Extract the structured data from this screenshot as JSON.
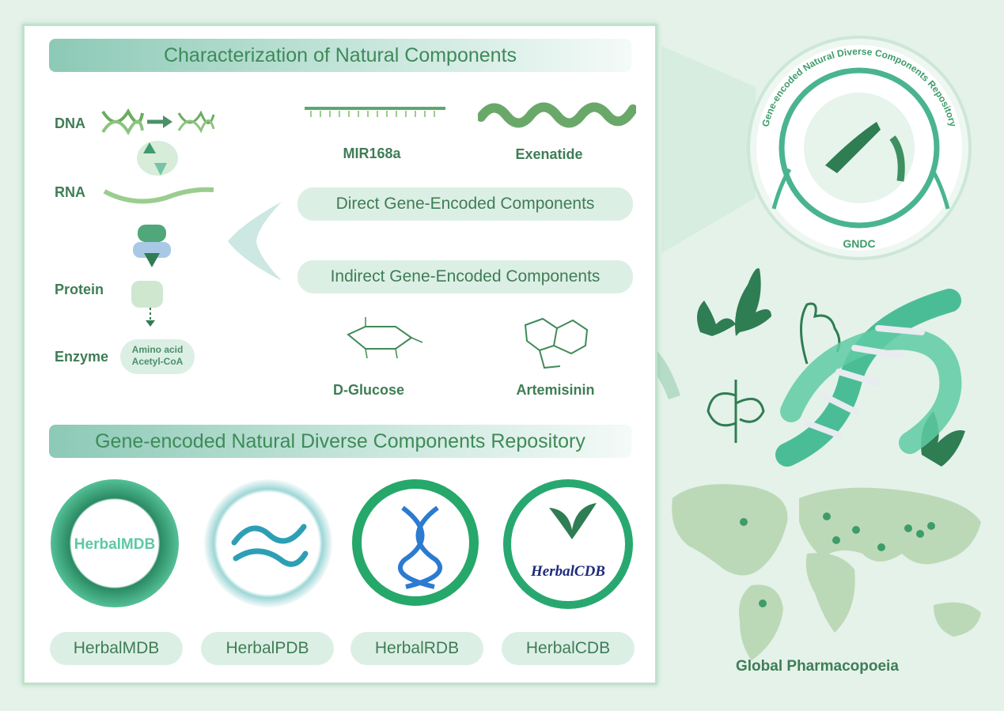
{
  "sections": {
    "characterization_title": "Characterization of Natural Components",
    "repository_title": "Gene-encoded Natural Diverse Components Repository"
  },
  "central_dogma": {
    "dna": "DNA",
    "rna": "RNA",
    "protein": "Protein",
    "enzyme": "Enzyme",
    "enzyme_products": [
      "Amino acid",
      "Acetyl-CoA"
    ]
  },
  "direct": {
    "label": "Direct Gene-Encoded Components",
    "examples": [
      "MIR168a",
      "Exenatide"
    ]
  },
  "indirect": {
    "label": "Indirect Gene-Encoded Components",
    "examples": [
      "D-Glucose",
      "Artemisinin"
    ]
  },
  "databases": [
    {
      "name": "HerbalMDB",
      "logo_text": "HerbalMDB"
    },
    {
      "name": "HerbalPDB"
    },
    {
      "name": "HerbalRDB"
    },
    {
      "name": "HerbalCDB",
      "logo_text": "HerbalCDB"
    }
  ],
  "gndc": {
    "ring_text": "Gene-encoded Natural Diverse Components Repository",
    "abbr": "GNDC"
  },
  "global": {
    "label": "Global Pharmacopoeia"
  },
  "colors": {
    "primary_green": "#3f7d55",
    "teal": "#3db492",
    "pale_green": "#dcefe5",
    "background": "#e4f2ea"
  },
  "icons": [
    "dna-icon",
    "ribosome-icon",
    "leaf-icon",
    "world-map-icon",
    "helix-protein-icon"
  ]
}
